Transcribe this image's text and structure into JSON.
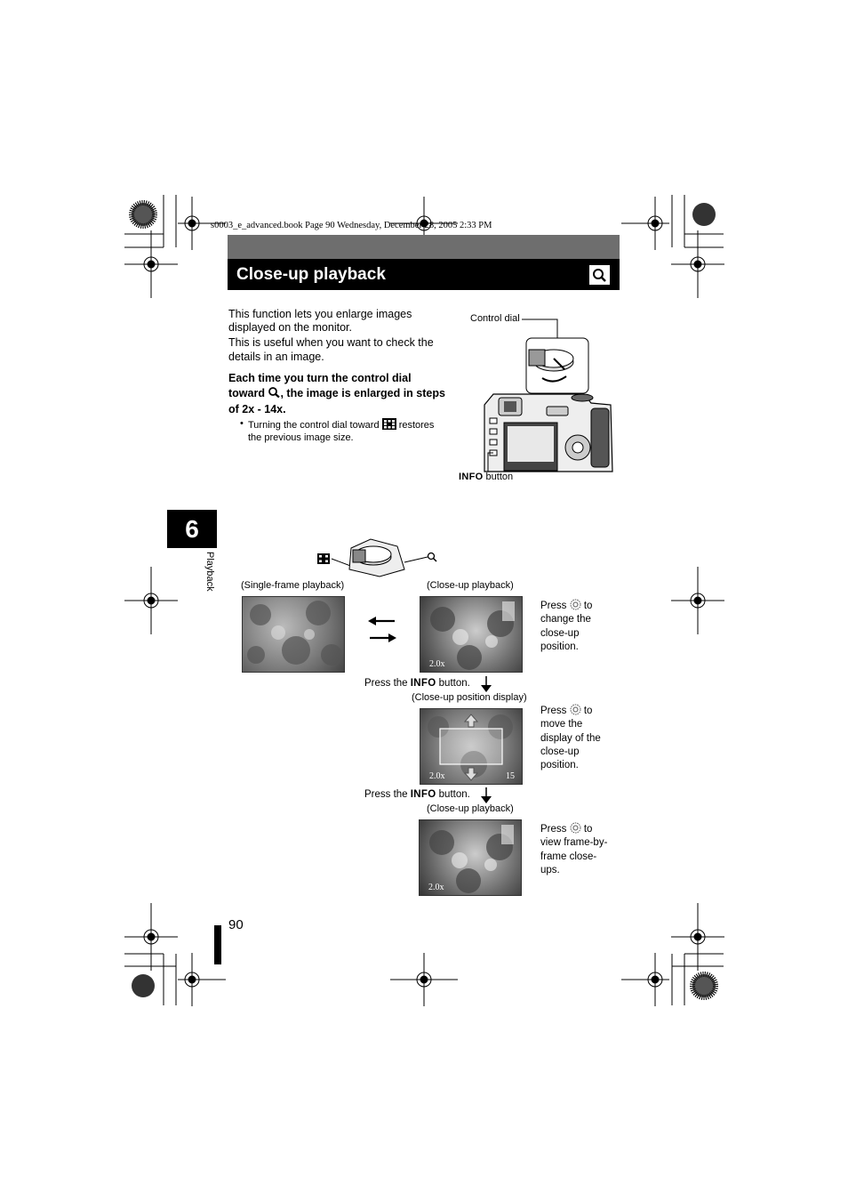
{
  "book_line": "s0003_e_advanced.book  Page 90  Wednesday, December 28, 2005  2:33 PM",
  "header": {
    "title": "Close-up playback",
    "icon": "magnify-icon"
  },
  "intro": {
    "line1": "This function lets you enlarge images",
    "line2": "displayed on the monitor.",
    "line3": "This is useful when you want to check the",
    "line4": "details in an image."
  },
  "instruction": {
    "part1": "Each time you turn the control dial",
    "part2a": "toward",
    "part2b": ", the image is enlarged in steps",
    "part3": "of 2x - 14x."
  },
  "bullet": {
    "part1": "Turning the control dial toward",
    "part2": "restores",
    "part3": "the previous image size."
  },
  "camera_labels": {
    "control_dial": "Control dial",
    "info_bold": "INFO",
    "info_rest": " button"
  },
  "chapter": {
    "number": "6",
    "label": "Playback"
  },
  "flow": {
    "single_frame_caption": "(Single-frame playback)",
    "closeup_caption_1": "(Close-up playback)",
    "press_info_1_pre": "Press the ",
    "press_info_1_bold": "INFO",
    "press_info_1_post": " button.",
    "position_caption": "(Close-up position display)",
    "press_info_2_pre": "Press the ",
    "press_info_2_bold": "INFO",
    "press_info_2_post": " button.",
    "closeup_caption_2": "(Close-up playback)",
    "note1": [
      "Press",
      "to",
      "change the",
      "close-up",
      "position."
    ],
    "note2": [
      "Press",
      "to",
      "move the",
      "display of the",
      "close-up",
      "position."
    ],
    "note3": [
      "Press",
      "to",
      "view frame-by-",
      "frame close-",
      "ups."
    ],
    "zoom_2x": "2.0x",
    "frame_15": "15"
  },
  "page_number": "90"
}
